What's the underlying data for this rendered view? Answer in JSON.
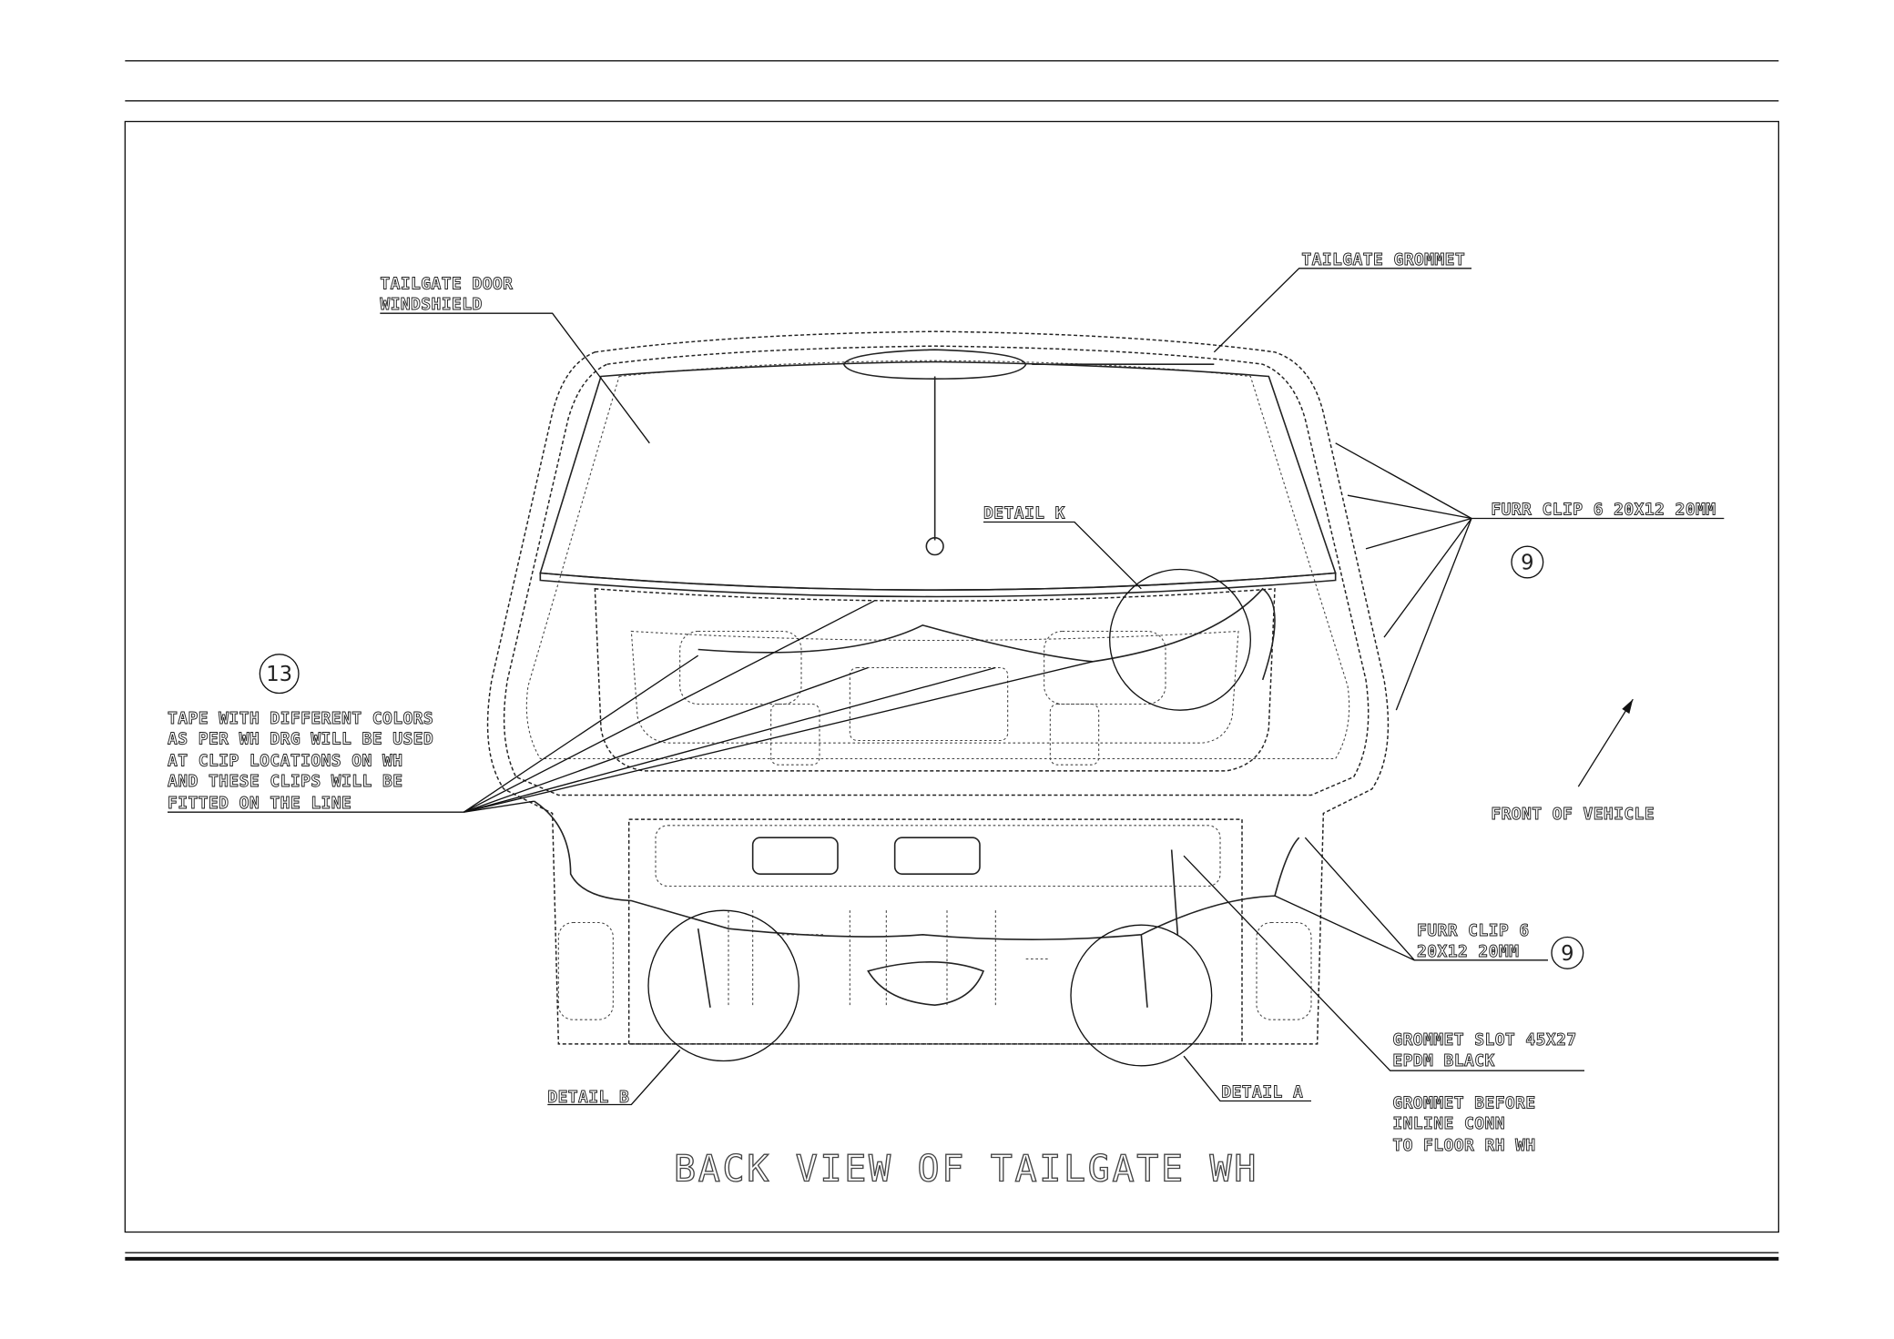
{
  "drawing": {
    "title": "BACK VIEW OF TAILGATE WH",
    "labels": {
      "windshield_1": "TAILGATE DOOR",
      "windshield_2": "WINDSHIELD",
      "grommet": "TAILGATE GROMMET",
      "detail_k": "DETAIL K",
      "furr_clip_top": "FURR CLIP 6 20X12 20MM",
      "tape_note": [
        "TAPE WITH DIFFERENT COLORS",
        "AS PER WH DRG WILL BE USED",
        "AT CLIP LOCATIONS ON WH",
        "AND THESE CLIPS WILL BE",
        "FITTED ON THE LINE"
      ],
      "front_of_vehicle": "FRONT OF VEHICLE",
      "furr_clip_bottom_1": "FURR CLIP 6",
      "furr_clip_bottom_2": "20X12 20MM",
      "grommet_slot_1": "GROMMET SLOT 45X27",
      "grommet_slot_2": "EPDM BLACK",
      "grommet_before": [
        "GROMMET BEFORE",
        "INLINE CONN",
        "TO FLOOR RH WH"
      ],
      "detail_b": "DETAIL B",
      "detail_a": "DETAIL A"
    },
    "balloons": {
      "tape": "13",
      "furr_top": "9",
      "furr_bottom": "9"
    }
  }
}
